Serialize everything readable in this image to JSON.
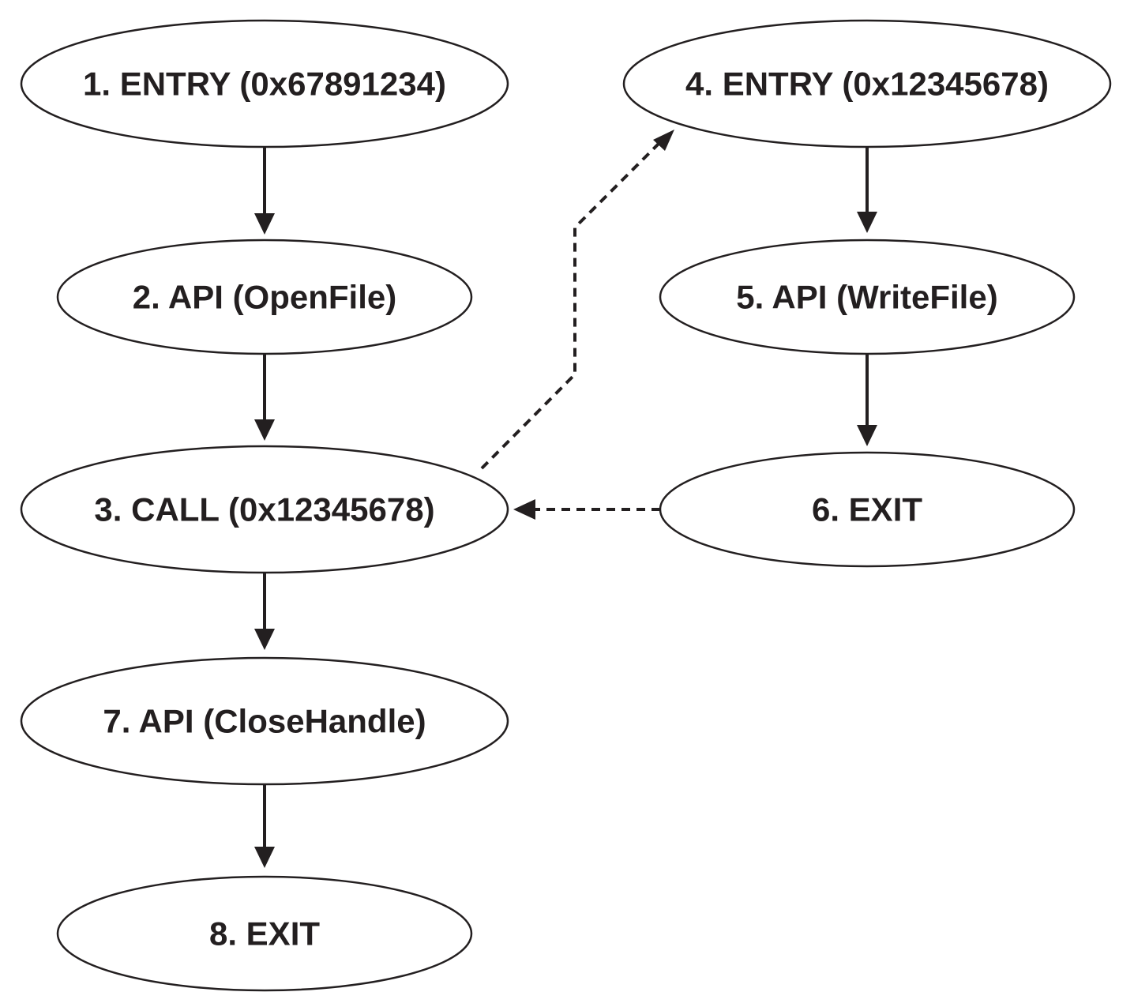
{
  "diagram": {
    "nodes": [
      {
        "id": "n1",
        "label": "1. ENTRY (0x67891234)"
      },
      {
        "id": "n2",
        "label": "2. API (OpenFile)"
      },
      {
        "id": "n3",
        "label": "3. CALL (0x12345678)"
      },
      {
        "id": "n4",
        "label": "4. ENTRY (0x12345678)"
      },
      {
        "id": "n5",
        "label": "5. API (WriteFile)"
      },
      {
        "id": "n6",
        "label": "6. EXIT"
      },
      {
        "id": "n7",
        "label": "7. API (CloseHandle)"
      },
      {
        "id": "n8",
        "label": "8. EXIT"
      }
    ],
    "edges": [
      {
        "from": "n1",
        "to": "n2",
        "style": "solid"
      },
      {
        "from": "n2",
        "to": "n3",
        "style": "solid"
      },
      {
        "from": "n3",
        "to": "n7",
        "style": "solid"
      },
      {
        "from": "n7",
        "to": "n8",
        "style": "solid"
      },
      {
        "from": "n4",
        "to": "n5",
        "style": "solid"
      },
      {
        "from": "n5",
        "to": "n6",
        "style": "solid"
      },
      {
        "from": "n3",
        "to": "n4",
        "style": "dashed"
      },
      {
        "from": "n6",
        "to": "n3",
        "style": "dashed"
      }
    ],
    "colors": {
      "stroke": "#231f20",
      "fill": "#ffffff",
      "text": "#231f20"
    }
  }
}
